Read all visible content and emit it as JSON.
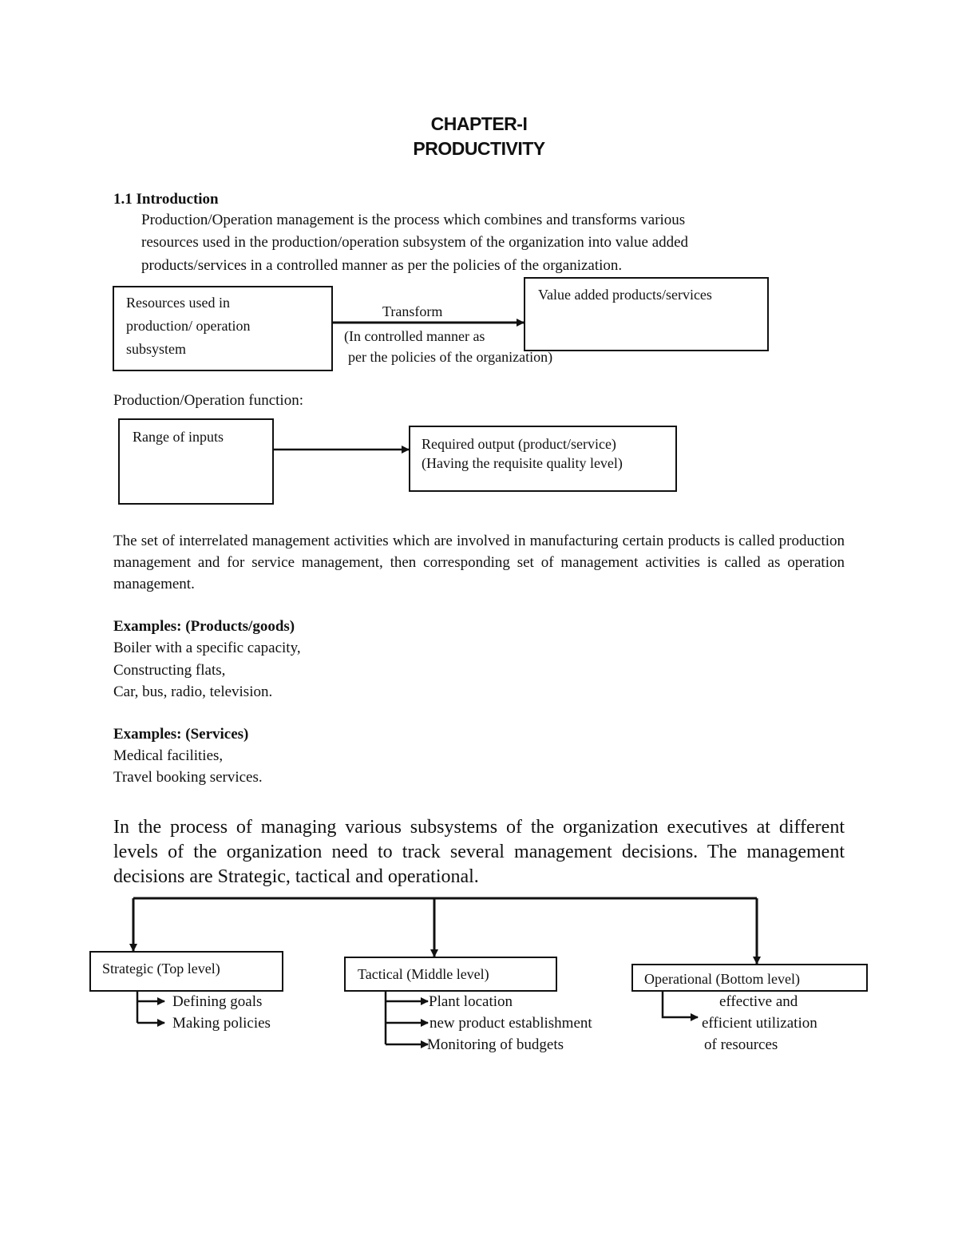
{
  "header": {
    "chapter": "CHAPTER-I",
    "title": "PRODUCTIVITY"
  },
  "intro": {
    "heading": "1.1 Introduction",
    "lines": [
      "Production/Operation management is the process which combines and transforms various",
      "resources used in the production/operation subsystem of the organization into value added",
      "products/services in a controlled manner as per the policies of the organization."
    ]
  },
  "diagram1": {
    "left_box": [
      "Resources used in",
      "production/ operation",
      "subsystem"
    ],
    "arrow_label": "Transform",
    "arrow_note": [
      "(In controlled manner as",
      "per the policies of the organization)"
    ],
    "right_box": "Value added products/services"
  },
  "function": {
    "label": "Production/Operation function:",
    "left_box": "Range of inputs",
    "right_box": [
      "Required output (product/service)",
      "(Having the requisite quality level)"
    ]
  },
  "definition": "The set of interrelated management activities which are involved in manufacturing certain products is called production management and for service management, then corresponding set of management activities is called as operation management.",
  "examples_products": {
    "heading": "Examples: (Products/goods)",
    "items": [
      "Boiler with a specific capacity,",
      "Constructing flats,",
      "Car, bus, radio, television."
    ]
  },
  "examples_services": {
    "heading": "Examples: (Services)",
    "items": [
      "Medical facilities,",
      "Travel booking services."
    ]
  },
  "decisions_paragraph": "In the process of managing various subsystems of the organization executives at different levels of the organization need to track several management decisions. The management decisions are Strategic, tactical and operational.",
  "decisions": {
    "strategic": {
      "label": "Strategic (Top level)",
      "items": [
        "Defining goals",
        "Making policies"
      ]
    },
    "tactical": {
      "label": "Tactical (Middle level)",
      "items": [
        "Plant location",
        "new product establishment",
        "Monitoring of budgets"
      ]
    },
    "operational": {
      "label": "Operational (Bottom level)",
      "items": [
        "effective and",
        "efficient utilization",
        "of resources"
      ]
    }
  }
}
